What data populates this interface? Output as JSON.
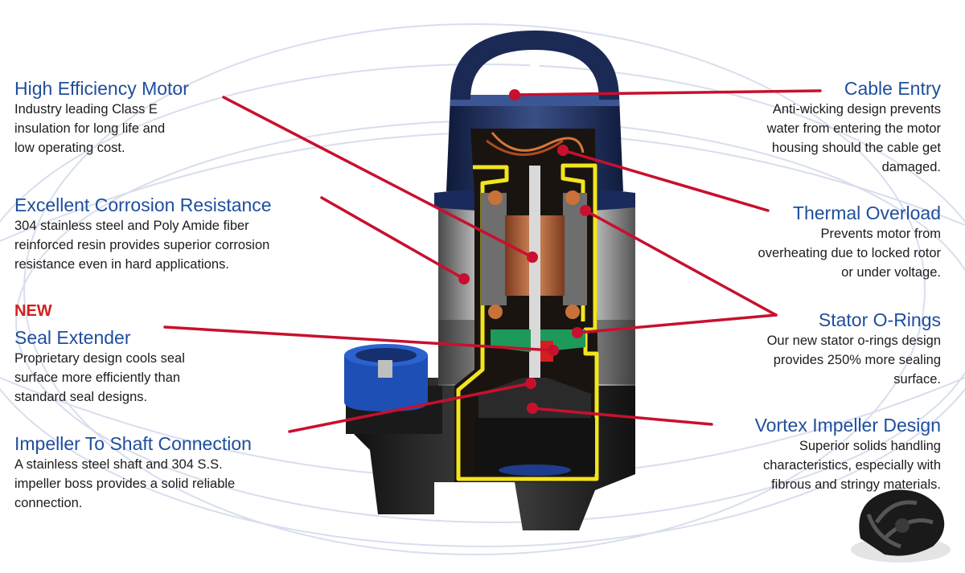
{
  "callouts": {
    "high_efficiency_motor": {
      "title": "High Efficiency Motor",
      "lines": [
        "Industry leading Class E",
        "insulation for long life and",
        "low operating cost."
      ]
    },
    "corrosion_resistance": {
      "title": "Excellent Corrosion Resistance",
      "lines": [
        "304 stainless steel and Poly Amide fiber",
        "reinforced resin provides superior corrosion",
        "resistance even in hard applications."
      ]
    },
    "seal_extender": {
      "badge": "NEW",
      "title": "Seal Extender",
      "lines": [
        "Proprietary design cools seal",
        "surface more efficiently than",
        "standard seal designs."
      ]
    },
    "impeller_shaft": {
      "title": "Impeller To Shaft Connection",
      "lines": [
        "A stainless steel shaft and 304 S.S.",
        "impeller boss provides a solid reliable",
        "connection."
      ]
    },
    "cable_entry": {
      "title": "Cable Entry",
      "lines": [
        "Anti-wicking design prevents",
        "water from entering the motor",
        "housing should the cable get",
        "damaged."
      ]
    },
    "thermal_overload": {
      "title": "Thermal Overload",
      "lines": [
        "Prevents motor from",
        "overheating due to locked rotor",
        "or under voltage."
      ]
    },
    "stator_orings": {
      "title": "Stator O-Rings",
      "lines": [
        "Our new stator o-rings design",
        "provides 250% more sealing",
        "surface."
      ]
    },
    "vortex_impeller": {
      "title": "Vortex Impeller Design",
      "lines": [
        "Superior solids handling",
        "characteristics, especially with",
        "fibrous and stringy materials."
      ]
    }
  },
  "colors": {
    "title_blue": "#1f4e9c",
    "leader_red": "#c8102e",
    "new_red": "#d21f1f",
    "pump_navy": "#1e2b55",
    "cutaway_yellow": "#f2e51d",
    "seal_green": "#1d9a5a",
    "rotor_copper": "#b5653a",
    "body_black": "#222222"
  },
  "icons": [
    "pump-cutaway-illustration",
    "vortex-impeller-icon",
    "swoosh-background"
  ]
}
